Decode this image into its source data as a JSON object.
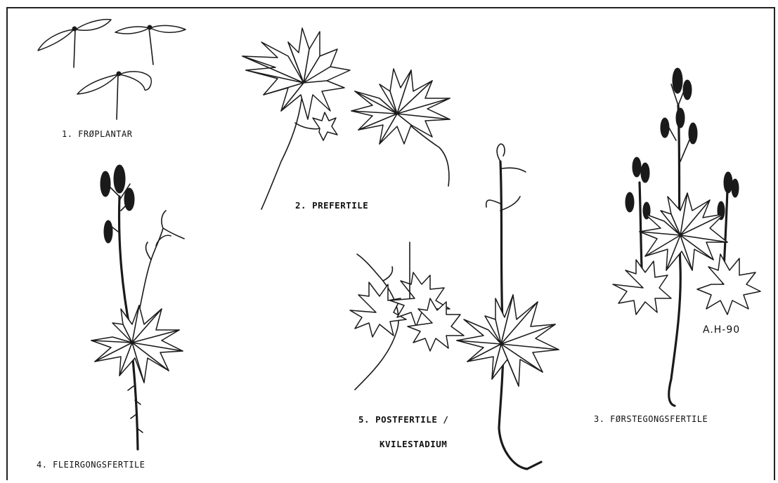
{
  "labels": {
    "stage1": "1. FRØPLANTAR",
    "stage2": "2. PREFERTILE",
    "stage3": "3. FØRSTEGONGSFERTILE",
    "stage4": "4. FLEIRGONGSFERTILE",
    "stage5_line1": "5. POSTFERTILE /",
    "stage5_line2": "KVILESTADIUM"
  },
  "signature": "A.H-90",
  "colors": {
    "ink": "#1a1a1a",
    "paper": "#ffffff"
  }
}
